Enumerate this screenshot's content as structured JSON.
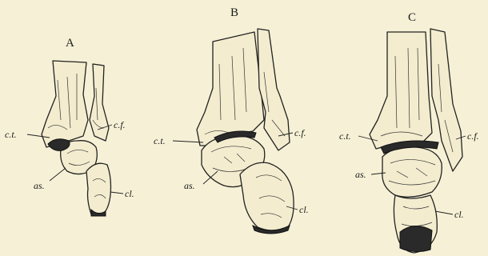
{
  "figures": [
    {
      "letter": "A",
      "labels": {
        "ct": "c.t.",
        "cf": "c.f.",
        "as": "as.",
        "cl": "cl."
      }
    },
    {
      "letter": "B",
      "labels": {
        "ct": "c.t.",
        "cf": "c.f.",
        "as": "as.",
        "cl": "cl."
      }
    },
    {
      "letter": "C",
      "labels": {
        "ct": "c.t.",
        "cf": "c.f.",
        "as": "as.",
        "cl": "cl."
      }
    }
  ],
  "colors": {
    "paper": "#f6f1d6",
    "ink": "#1a1a1a"
  }
}
